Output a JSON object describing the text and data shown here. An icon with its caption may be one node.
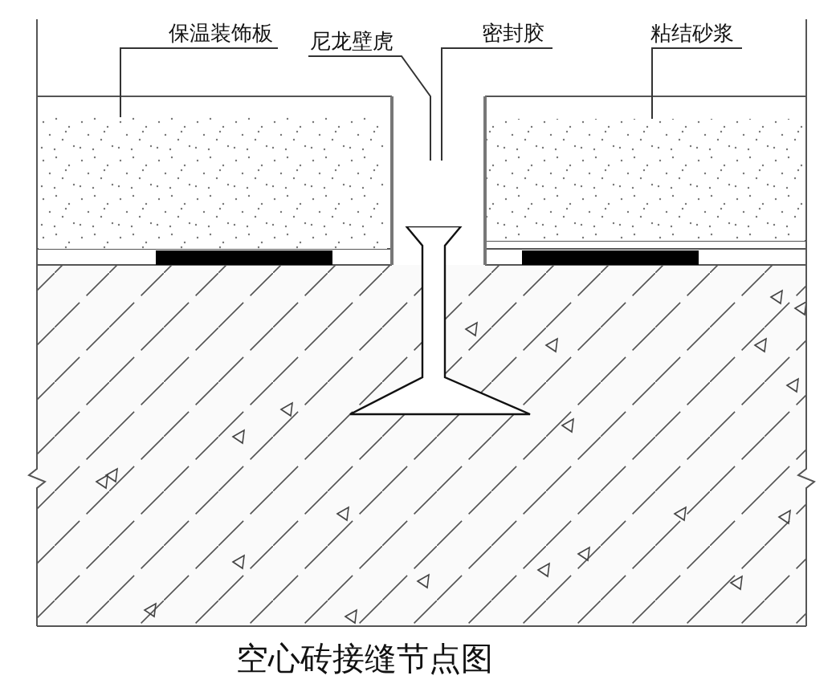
{
  "diagram": {
    "caption": "空心砖接缝节点图",
    "nodes": [
      {
        "text": [
          "保温装饰板"
        ]
      },
      {
        "text": [
          "尼龙壁虎"
        ]
      },
      {
        "text": [
          "密封胶"
        ]
      },
      {
        "text": [
          "粘结砂浆"
        ]
      },
      {
        "text": [],
        "shape": "box"
      },
      {
        "text": [],
        "shape": "picture"
      },
      {
        "text": [],
        "shape": "box"
      },
      {
        "text": [],
        "shape": "box"
      }
    ],
    "edges": [
      {
        "from": 0,
        "to": 4,
        "arrow": "none"
      },
      {
        "from": 1,
        "to": 5,
        "arrow": "none"
      },
      {
        "from": 2,
        "to": 6,
        "arrow": "none"
      },
      {
        "from": 3,
        "to": 7,
        "arrow": "none"
      }
    ]
  }
}
